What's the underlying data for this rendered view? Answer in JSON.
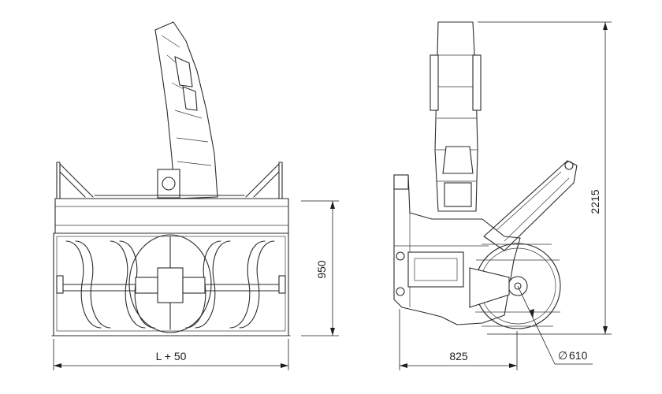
{
  "drawing": {
    "front_view": {
      "width_dimension": "L + 50",
      "height_dimension": "950"
    },
    "side_view": {
      "depth_dimension": "825",
      "total_height_dimension": "2215",
      "wheel_diameter_dimension": "610",
      "diameter_symbol": "∅"
    }
  }
}
